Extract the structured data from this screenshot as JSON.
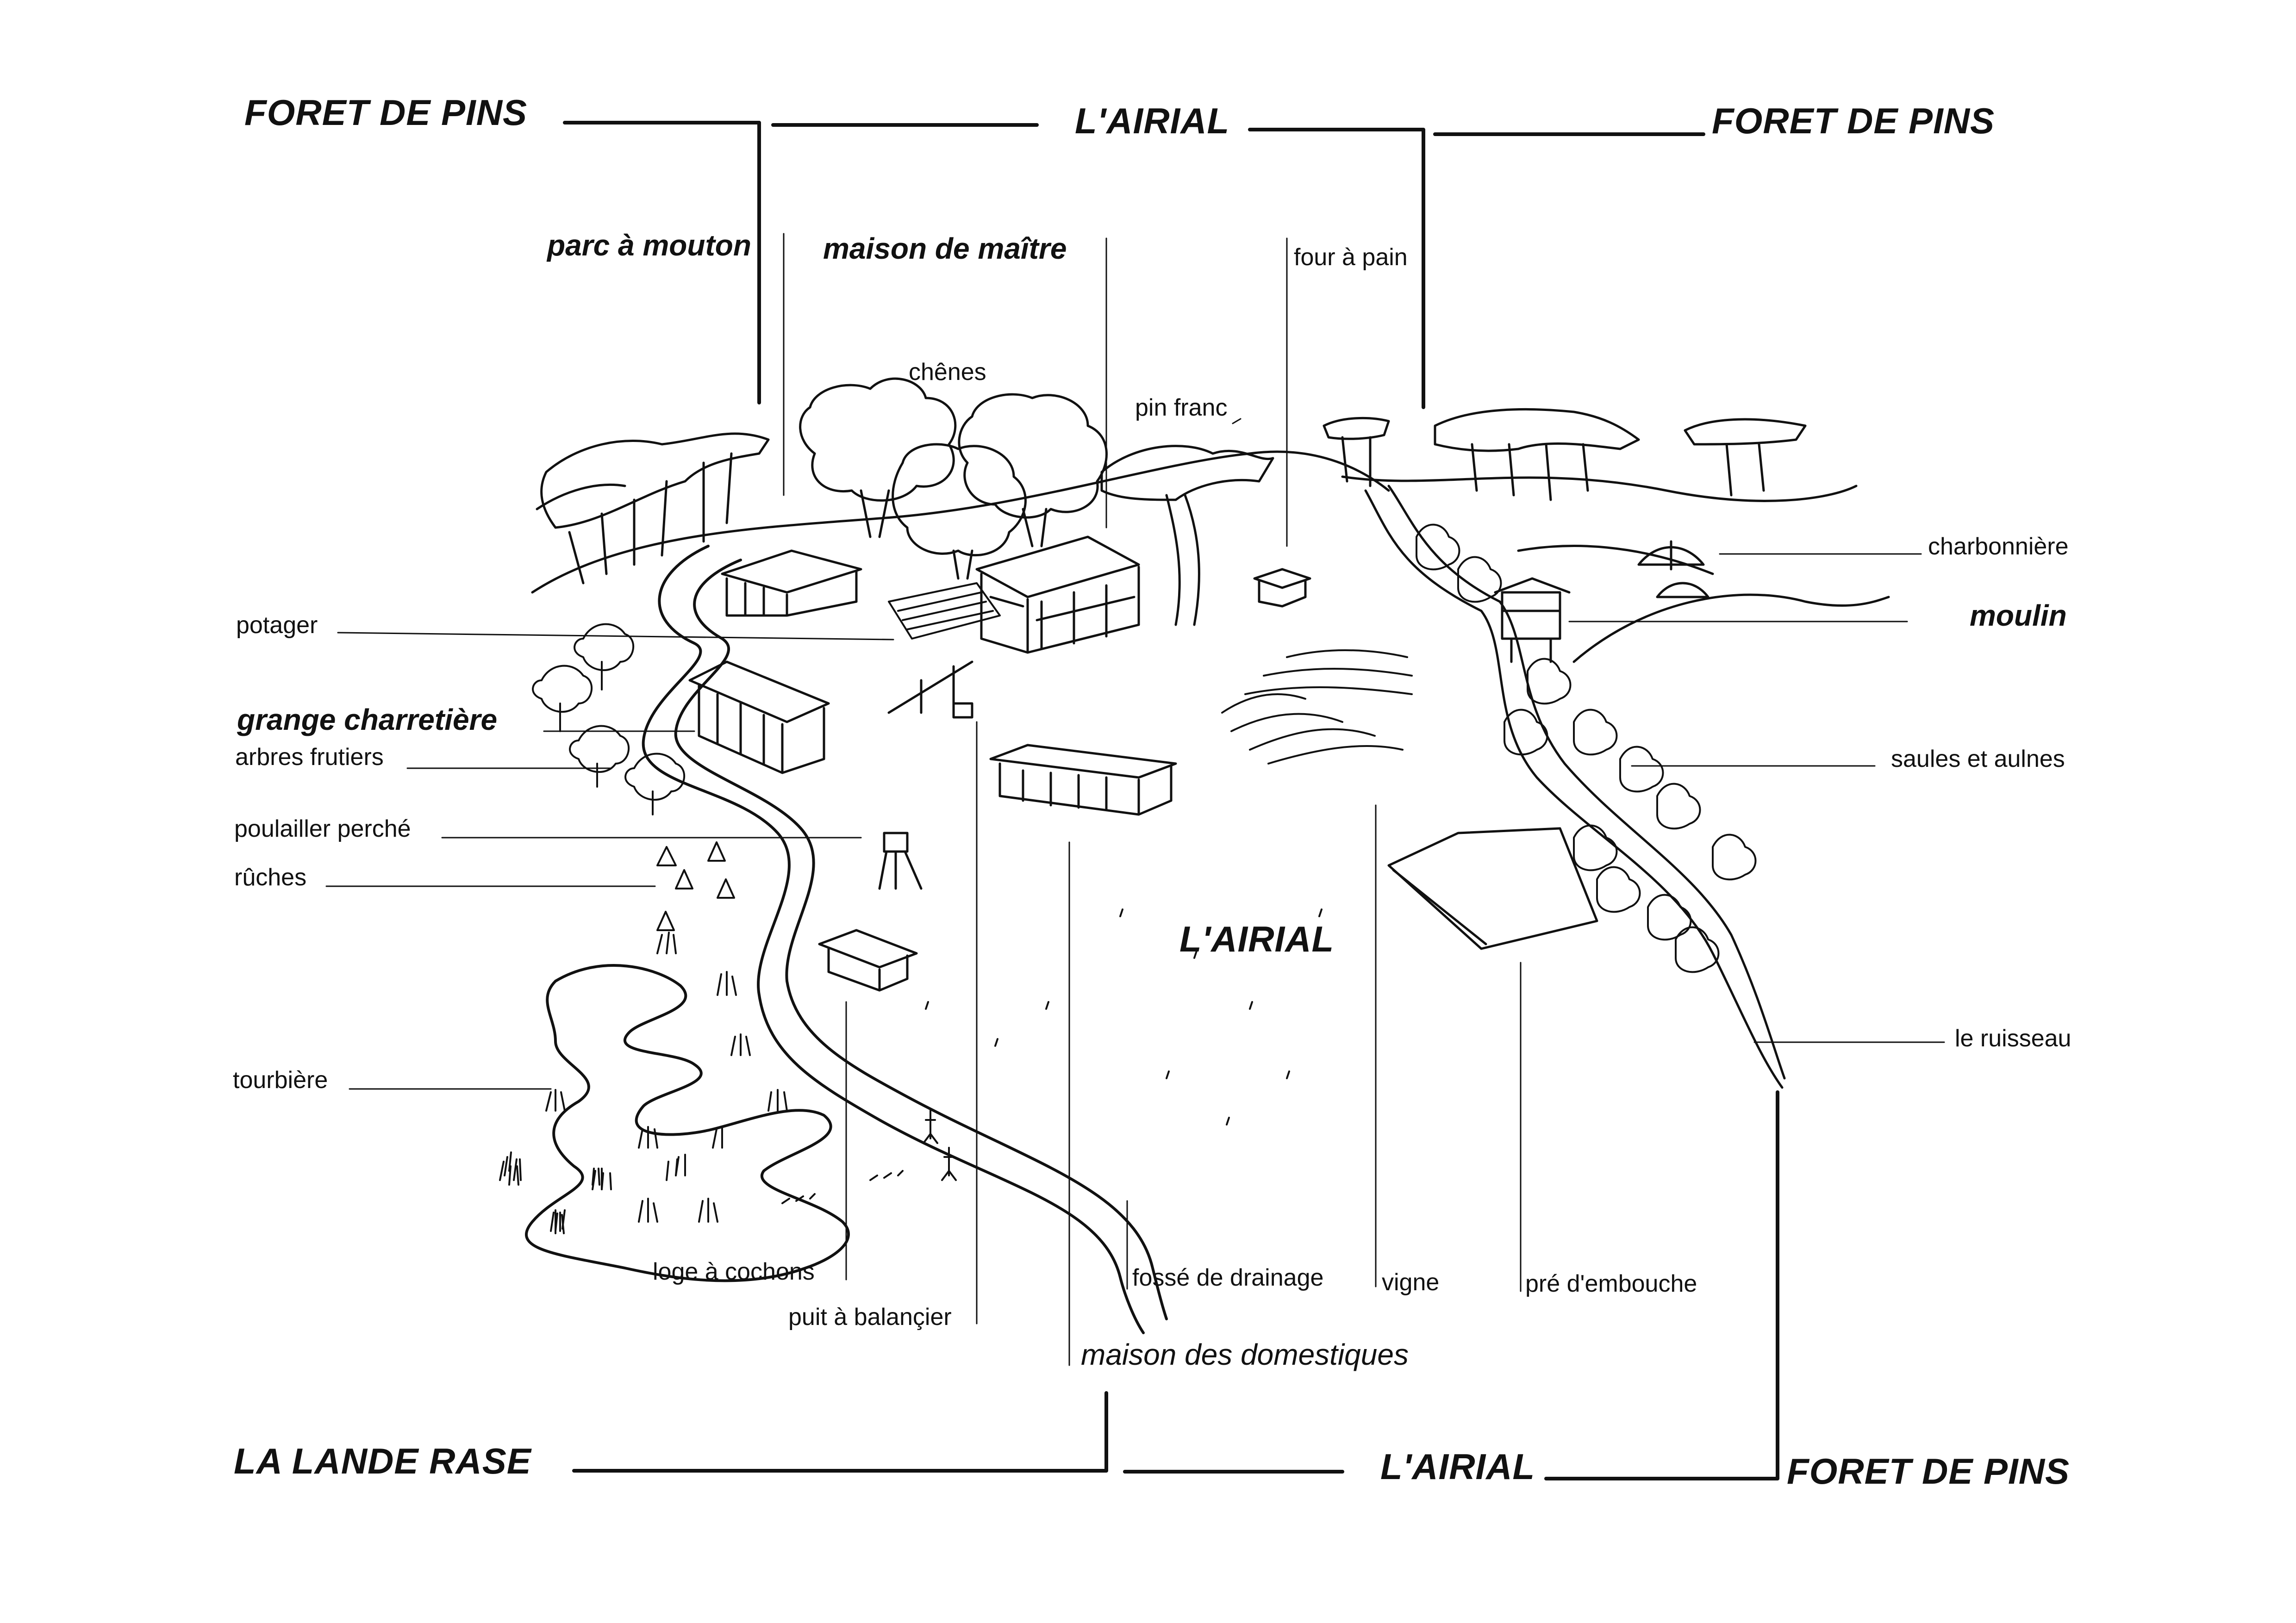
{
  "zones": {
    "top_left": "FORET DE PINS",
    "top_center": "L'AIRIAL",
    "top_right": "FORET DE PINS",
    "center": "L'AIRIAL",
    "bottom_left": "LA LANDE RASE",
    "bottom_center": "L'AIRIAL",
    "bottom_right": "FORET DE PINS"
  },
  "labels": {
    "parc_a_mouton": "parc à mouton",
    "maison_de_maitre": "maison de maître",
    "four_a_pain": "four à pain",
    "chenes": "chênes",
    "pin_franc": "pin franc",
    "charbonniere": "charbonnière",
    "moulin": "moulin",
    "potager": "potager",
    "grange_charretiere": "grange charretière",
    "arbres_frutiers": "arbres frutiers",
    "saules_et_aulnes": "saules et aulnes",
    "poulailler_perche": "poulailler perché",
    "ruches": "rûches",
    "le_ruisseau": "le ruisseau",
    "tourbiere": "tourbière",
    "loge_a_cochons": "loge à cochons",
    "puit_a_balancier": "puit à balançier",
    "fosse_de_drainage": "fossé de drainage",
    "vigne": "vigne",
    "pre_d_embouche": "pré d'embouche",
    "maison_des_domestiques": "maison des domestiques"
  }
}
